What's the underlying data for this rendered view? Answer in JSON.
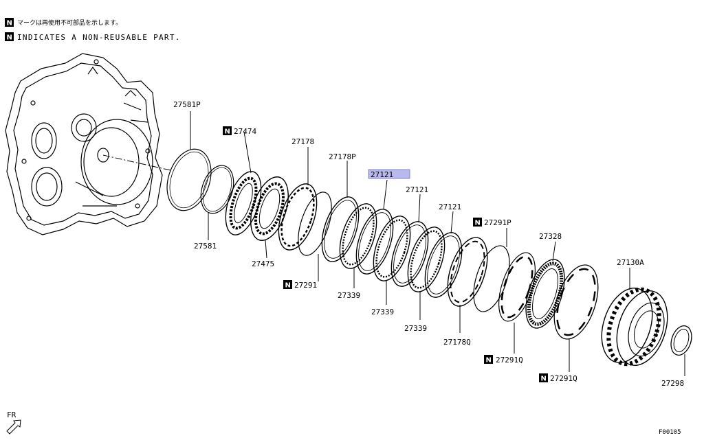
{
  "header": {
    "note_marker": "N",
    "note_jp": "マークは再使用不可部品を示します。",
    "note_en": "INDICATES A NON-REUSABLE PART."
  },
  "parts": {
    "p27581P": "27581P",
    "p27474": "27474",
    "p27581": "27581",
    "p27475": "27475",
    "p27178": "27178",
    "p27178P": "27178P",
    "p27121_highlight": "27121",
    "p27121_a": "27121",
    "p27121_b": "27121",
    "p27291_a": "27291",
    "p27339_a": "27339",
    "p27339_b": "27339",
    "p27339_c": "27339",
    "p27291P": "27291P",
    "p27328": "27328",
    "p27178Q": "27178Q",
    "p27291Q_a": "27291Q",
    "p27291Q_b": "27291Q",
    "p27130A": "27130A",
    "p27298": "27298"
  },
  "highlight_color": "#b9b9ec",
  "footer": {
    "fr_label": "FR",
    "diagram_code": "F00105"
  }
}
